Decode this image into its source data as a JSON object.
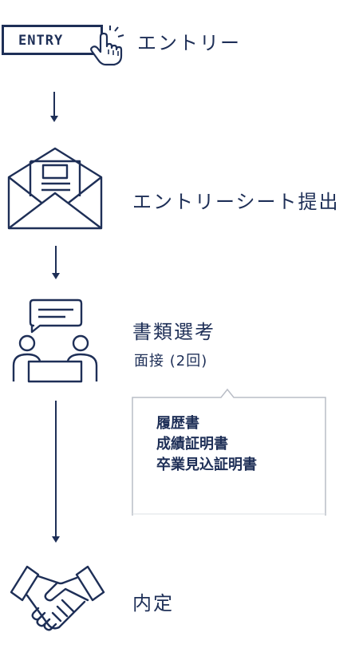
{
  "steps": {
    "entry": {
      "button_text": "ENTRY",
      "label": "エントリー"
    },
    "entry_sheet": {
      "label": "エントリーシート提出"
    },
    "screening": {
      "label": "書類選考",
      "sublabel": "面接 (2回)"
    },
    "offer": {
      "label": "内定"
    }
  },
  "documents": {
    "lines": [
      "履歴書",
      "成績証明書",
      "卒業見込証明書"
    ]
  },
  "colors": {
    "navy": "#1e2f57",
    "border": "#b9bdc6",
    "white": "#ffffff"
  },
  "icons": {
    "entry": "entry-button-icon",
    "pointer": "hand-pointer-icon",
    "envelope": "envelope-letter-icon",
    "meeting": "people-speech-bubble-icon",
    "handshake": "handshake-icon",
    "arrow": "arrow-down-icon"
  }
}
